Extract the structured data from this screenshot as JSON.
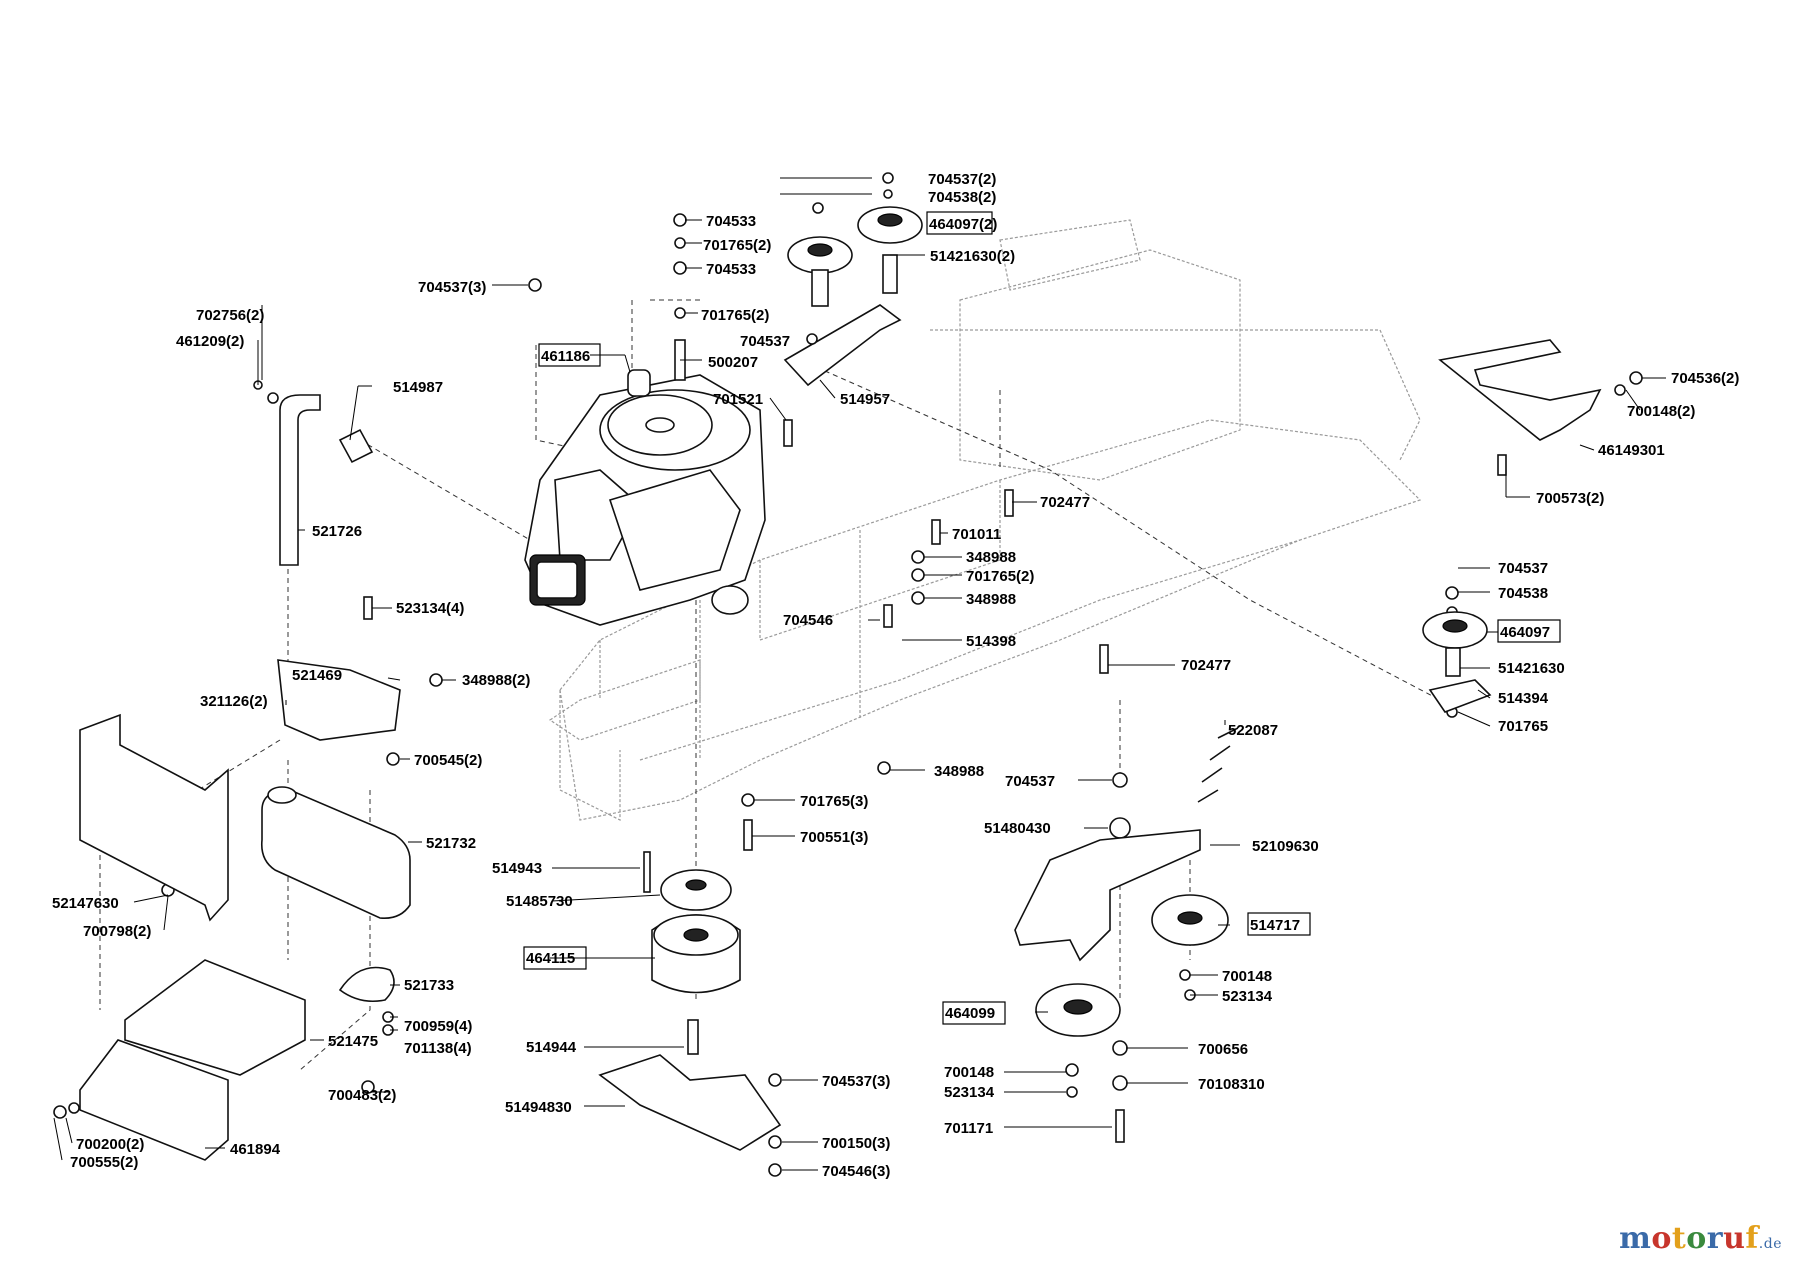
{
  "watermark": {
    "text": "motoruf",
    "domain": ".de",
    "colors": [
      "#3a6aa8",
      "#c7352c",
      "#e3a01b",
      "#3a8a3e"
    ]
  },
  "labels": {
    "l01": "704537(2)",
    "l02": "704538(2)",
    "l03": "464097(2)",
    "l04": "51421630(2)",
    "l05": "704533",
    "l06": "701765(2)",
    "l07": "704533",
    "l08": "701765(2)",
    "l09": "704537",
    "l10": "500207",
    "l11": "701521",
    "l12": "514957",
    "l13": "704537(3)",
    "l14": "702756(2)",
    "l15": "461209(2)",
    "l16": "514987",
    "l17": "461186",
    "l18": "521726",
    "l19": "702477",
    "l20": "701011",
    "l21": "348988",
    "l22": "701765(2)",
    "l23": "348988",
    "l24": "704546",
    "l25": "514398",
    "l26": "702477",
    "l27": "704536(2)",
    "l28": "700148(2)",
    "l29": "46149301",
    "l30": "700573(2)",
    "l31": "704537",
    "l32": "704538",
    "l33": "464097",
    "l34": "51421630",
    "l35": "514394",
    "l36": "701765",
    "l37": "523134(4)",
    "l38": "521469",
    "l39": "348988(2)",
    "l40": "321126(2)",
    "l41": "700545(2)",
    "l42": "348988",
    "l43": "522087",
    "l44": "704537",
    "l45": "701765(3)",
    "l46": "700551(3)",
    "l47": "51480430",
    "l48": "52109630",
    "l49": "521732",
    "l50": "514943",
    "l51": "52147630",
    "l52": "51485730",
    "l53": "700798(2)",
    "l54": "514717",
    "l55": "464115",
    "l56": "700148",
    "l57": "523134",
    "l58": "521733",
    "l59": "464099",
    "l60": "700959(4)",
    "l61": "701138(4)",
    "l62": "521475",
    "l63": "514944",
    "l64": "700656",
    "l65": "700148",
    "l66": "523134",
    "l67": "70108310",
    "l68": "700483(2)",
    "l69": "704537(3)",
    "l70": "51494830",
    "l71": "701171",
    "l72": "700150(3)",
    "l73": "461894",
    "l74": "700200(2)",
    "l75": "700555(2)",
    "l76": "704546(3)"
  }
}
